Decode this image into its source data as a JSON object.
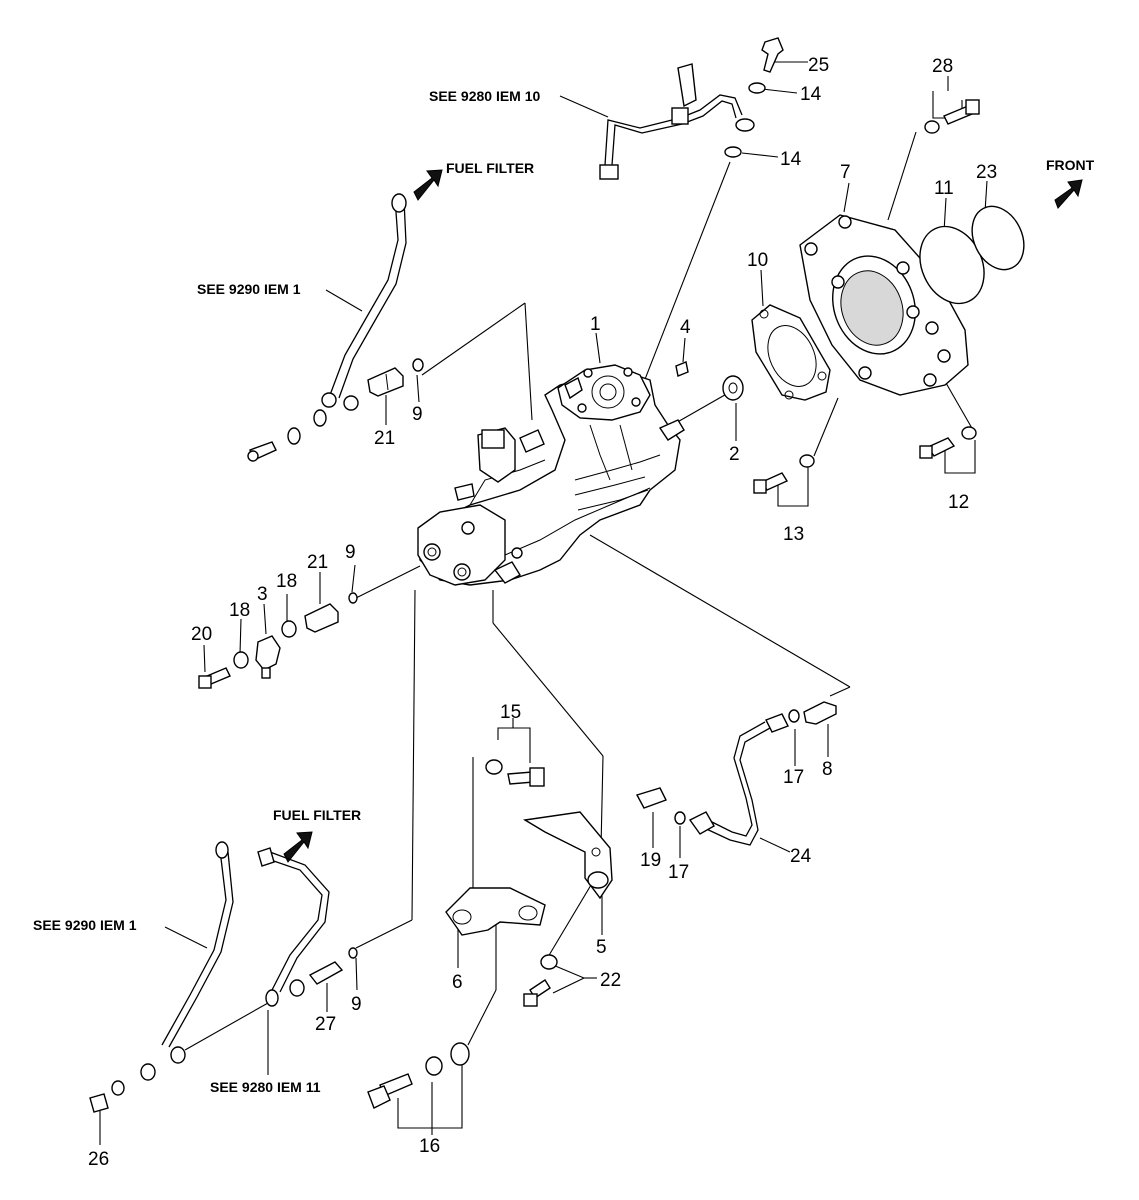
{
  "callouts": {
    "c1": "1",
    "c2": "2",
    "c3": "3",
    "c4": "4",
    "c5": "5",
    "c6": "6",
    "c7": "7",
    "c8": "8",
    "c9a": "9",
    "c9b": "9",
    "c9c": "9",
    "c10": "10",
    "c11": "11",
    "c12": "12",
    "c13": "13",
    "c14a": "14",
    "c14b": "14",
    "c15": "15",
    "c16": "16",
    "c17a": "17",
    "c17b": "17",
    "c18a": "18",
    "c18b": "18",
    "c19": "19",
    "c20": "20",
    "c21a": "21",
    "c21b": "21",
    "c22": "22",
    "c23": "23",
    "c24": "24",
    "c25": "25",
    "c26": "26",
    "c27": "27",
    "c28": "28"
  },
  "references": {
    "see_9280_item10": "SEE 9280 IEM 10",
    "see_9290_item1_top": "SEE 9290 IEM 1",
    "see_9290_item1_bottom": "SEE 9290 IEM 1",
    "see_9280_item11": "SEE 9280 IEM 11",
    "fuel_filter_top": "FUEL FILTER",
    "fuel_filter_bottom": "FUEL FILTER",
    "front": "FRONT"
  },
  "icons": {
    "direction_arrow": "filled-block-arrow"
  },
  "colors": {
    "line": "#000000",
    "background": "#ffffff"
  }
}
